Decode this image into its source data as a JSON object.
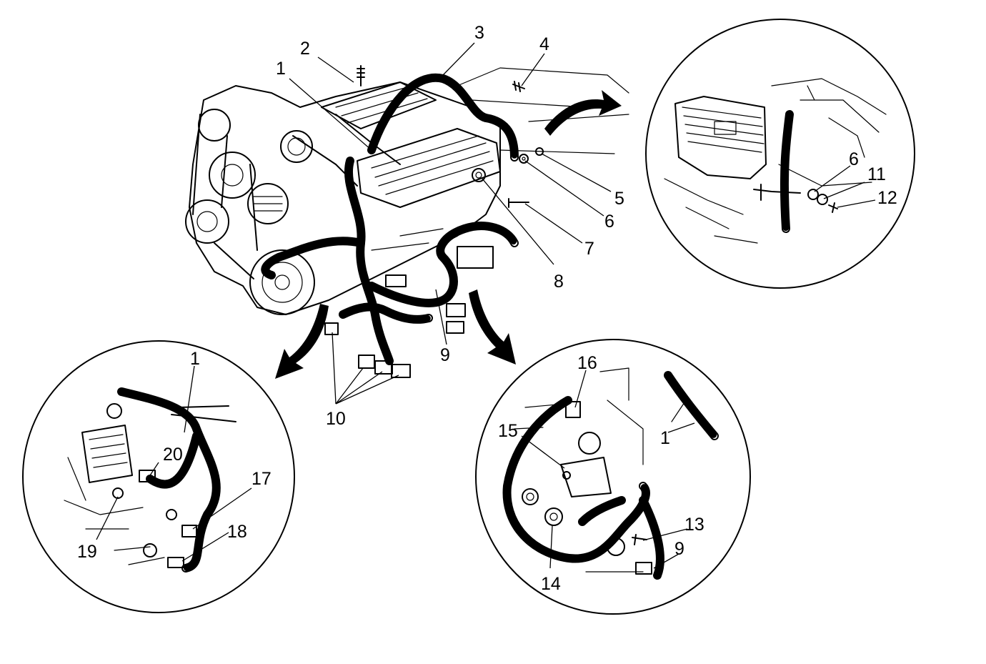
{
  "callouts": {
    "c1": "1",
    "c2": "2",
    "c3": "3",
    "c4": "4",
    "c5": "5",
    "c6": "6",
    "c7": "7",
    "c8": "8",
    "c9": "9",
    "c10": "10",
    "r6": "6",
    "r11": "11",
    "r12": "12",
    "l1": "1",
    "l17": "17",
    "l18": "18",
    "l19": "19",
    "l20": "20",
    "b1": "1",
    "b9": "9",
    "b13": "13",
    "b14": "14",
    "b15": "15",
    "b16": "16"
  }
}
